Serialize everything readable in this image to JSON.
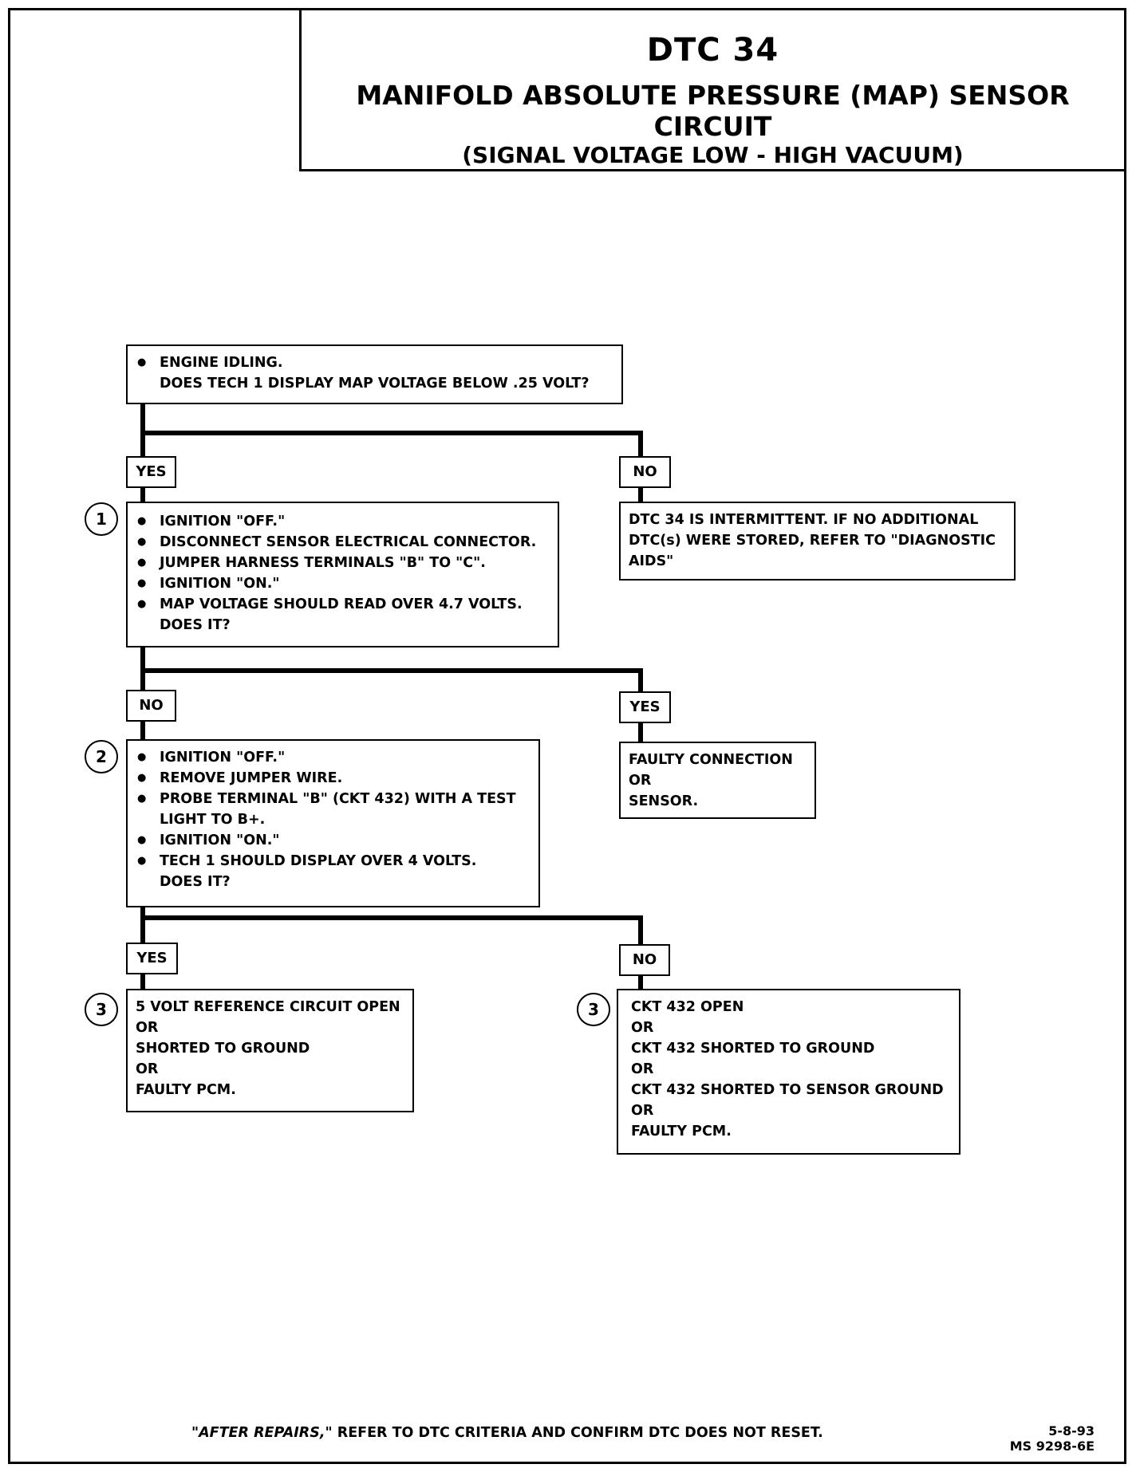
{
  "header": {
    "code": "DTC 34",
    "title": "MANIFOLD ABSOLUTE PRESSURE (MAP) SENSOR CIRCUIT",
    "subtitle": "(SIGNAL VOLTAGE LOW - HIGH VACUUM)"
  },
  "step0": {
    "bullet": "ENGINE IDLING.",
    "question": "DOES TECH 1 DISPLAY MAP VOLTAGE BELOW .25 VOLT?"
  },
  "branch1": {
    "left": "YES",
    "right": "NO"
  },
  "step1": {
    "number": "1",
    "bullets": [
      "IGNITION \"OFF.\"",
      "DISCONNECT SENSOR ELECTRICAL CONNECTOR.",
      "JUMPER HARNESS TERMINALS \"B\" TO \"C\".",
      "IGNITION \"ON.\"",
      "MAP VOLTAGE SHOULD READ OVER 4.7 VOLTS."
    ],
    "question": "DOES IT?"
  },
  "result_intermittent": {
    "lines": [
      "DTC 34 IS INTERMITTENT.  IF NO ADDITIONAL",
      "DTC(s) WERE STORED, REFER TO \"DIAGNOSTIC",
      "AIDS\""
    ]
  },
  "branch2": {
    "left": "NO",
    "right": "YES"
  },
  "step2": {
    "number": "2",
    "bullets": [
      "IGNITION \"OFF.\"",
      "REMOVE JUMPER WIRE.",
      "PROBE TERMINAL \"B\" (CKT 432) WITH A TEST",
      "IGNITION \"ON.\"",
      "TECH 1 SHOULD DISPLAY OVER 4 VOLTS."
    ],
    "probe_cont": "LIGHT TO B+.",
    "question": "DOES IT?"
  },
  "result_faulty": {
    "lines": [
      "FAULTY CONNECTION",
      "OR",
      "SENSOR."
    ]
  },
  "branch3": {
    "left": "YES",
    "right": "NO"
  },
  "step3_left": {
    "number": "3",
    "lines": [
      "5 VOLT REFERENCE CIRCUIT OPEN",
      "OR",
      "SHORTED TO GROUND",
      "OR",
      "FAULTY PCM."
    ]
  },
  "step3_right": {
    "number": "3",
    "lines": [
      "CKT 432 OPEN",
      "OR",
      "CKT 432 SHORTED TO GROUND",
      "OR",
      "CKT 432 SHORTED TO SENSOR GROUND",
      "OR",
      "FAULTY PCM."
    ]
  },
  "footer": {
    "emphasis": "\"AFTER REPAIRS,\"",
    "text": " REFER TO DTC CRITERIA  AND CONFIRM DTC DOES NOT RESET."
  },
  "stamp": {
    "date": "5-8-93",
    "code": "MS 9298-6E"
  }
}
